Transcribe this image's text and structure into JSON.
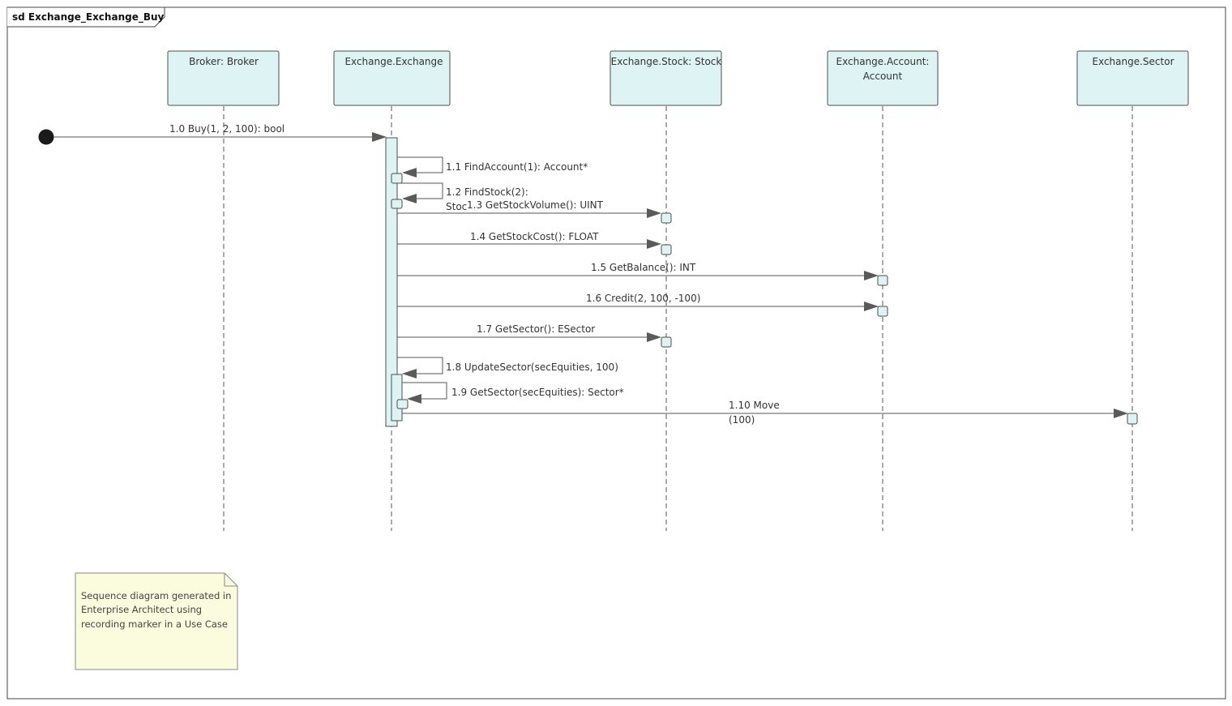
{
  "frame_title": "sd Exchange_Exchange_Buy",
  "colors": {
    "lifeline_fill": "#DDF3F4",
    "lifeline_stroke": "#4D4D4D",
    "note_fill": "#FBFBDD",
    "line": "#555555"
  },
  "lifelines": [
    {
      "id": "broker",
      "lines": [
        "Broker: Broker"
      ]
    },
    {
      "id": "exchange",
      "lines": [
        "Exchange.Exchange"
      ]
    },
    {
      "id": "stock",
      "lines": [
        "Exchange.Stock: Stock"
      ]
    },
    {
      "id": "account",
      "lines": [
        "Exchange.Account:",
        "Account"
      ]
    },
    {
      "id": "sector",
      "lines": [
        "Exchange.Sector"
      ]
    }
  ],
  "messages": [
    {
      "id": "m1_0",
      "label": "1.0 Buy(1, 2, 100): bool"
    },
    {
      "id": "m1_1",
      "label": "1.1 FindAccount(1): Account*"
    },
    {
      "id": "m1_2",
      "label_lines": [
        "1.2 FindStock(2):",
        "Stoc"
      ]
    },
    {
      "id": "m1_3",
      "label": "1.3 GetStockVolume(): UINT"
    },
    {
      "id": "m1_4",
      "label": "1.4 GetStockCost(): FLOAT"
    },
    {
      "id": "m1_5",
      "label": "1.5 GetBalance(): INT"
    },
    {
      "id": "m1_6",
      "label": "1.6 Credit(2, 100, -100)"
    },
    {
      "id": "m1_7",
      "label": "1.7 GetSector(): ESector"
    },
    {
      "id": "m1_8",
      "label": "1.8 UpdateSector(secEquities, 100)"
    },
    {
      "id": "m1_9",
      "label": "1.9 GetSector(secEquities): Sector*"
    },
    {
      "id": "m1_10",
      "label_lines": [
        "1.10 Move",
        "(100)"
      ]
    }
  ],
  "note": {
    "lines": [
      "Sequence diagram generated in",
      "Enterprise Architect using",
      "recording marker in a Use Case"
    ]
  }
}
